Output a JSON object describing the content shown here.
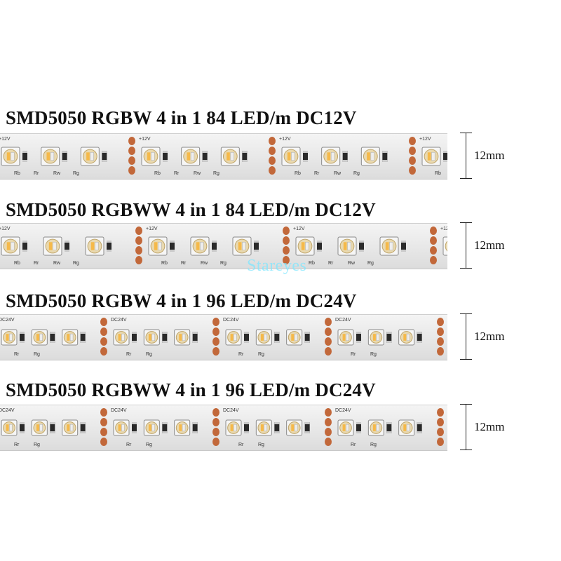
{
  "items": [
    {
      "title": "SMD5050 RGBW 4 in 1 84 LED/m DC12V",
      "width_label": "12mm",
      "voltage_label": "+12V",
      "resistors": [
        "Rb",
        "Rr",
        "Rw",
        "Rg"
      ],
      "colors": {
        "strip": "#eeeeee",
        "pad": "#c2683a"
      }
    },
    {
      "title": "SMD5050 RGBWW 4 in 1 84 LED/m DC12V",
      "width_label": "12mm",
      "voltage_label": "+12V",
      "resistors": [
        "Rb",
        "Rr",
        "Rw",
        "Rg"
      ],
      "colors": {
        "strip": "#eeeeee",
        "pad": "#c2683a"
      }
    },
    {
      "title": "SMD5050 RGBW 4 in 1 96 LED/m DC24V",
      "width_label": "12mm",
      "voltage_label": "DC24V",
      "resistors": [
        "Rr",
        "Rg"
      ],
      "colors": {
        "strip": "#eeeeee",
        "pad": "#c2683a"
      }
    },
    {
      "title": "SMD5050 RGBWW 4 in 1 96 LED/m DC24V",
      "width_label": "12mm",
      "voltage_label": "DC24V",
      "resistors": [
        "Rr",
        "Rg"
      ],
      "colors": {
        "strip": "#eeeeee",
        "pad": "#c2683a"
      }
    }
  ],
  "watermark": "Stareyes"
}
